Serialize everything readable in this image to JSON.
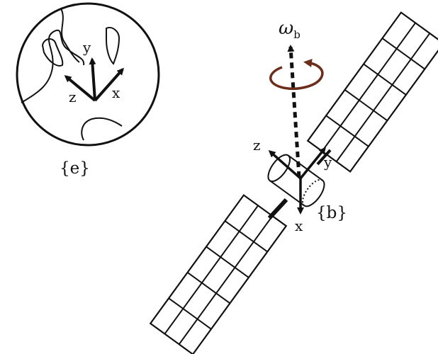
{
  "earth_frame": {
    "axis_x": "x",
    "axis_y": "y",
    "axis_z": "z",
    "frame_label": "{e}"
  },
  "body_frame": {
    "axis_x": "x",
    "axis_y": "y",
    "axis_z": "z",
    "frame_label": "{b}"
  },
  "angular_velocity": {
    "symbol": "ω",
    "subscript": "b"
  },
  "colors": {
    "rotation_arrow": "#6b2e1b",
    "ink": "#111111"
  }
}
